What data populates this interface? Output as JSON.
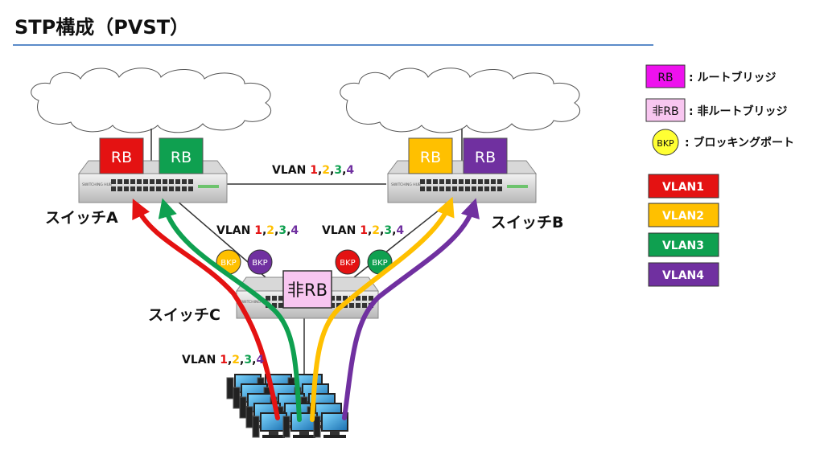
{
  "title": "STP構成（PVST）",
  "colors": {
    "vlan1": "#e41212",
    "vlan2": "#ffc000",
    "vlan3": "#0fa050",
    "vlan4": "#7030a0",
    "root_bridge": "#ee11ee",
    "non_root_bridge": "#f8c6f0",
    "blocking_port": "#ffff33",
    "title_rule": "#5b8bc9"
  },
  "switches": {
    "a": {
      "name": "スイッチA",
      "badges": [
        "RB",
        "RB"
      ],
      "badge_colors": [
        "#e41212",
        "#0fa050"
      ]
    },
    "b": {
      "name": "スイッチB",
      "badges": [
        "RB",
        "RB"
      ],
      "badge_colors": [
        "#ffc000",
        "#7030a0"
      ]
    },
    "c": {
      "name": "スイッチC",
      "badge": "非RB"
    },
    "hub_label": "SWITCHING HUB"
  },
  "links": {
    "prefix": "VLAN ",
    "vlans": [
      "1",
      "2",
      "3",
      "4"
    ],
    "separator": ","
  },
  "blocking_ports": {
    "c_to_a": [
      "BKP",
      "BKP"
    ],
    "c_to_b": [
      "BKP",
      "BKP"
    ]
  },
  "legend": {
    "rb_box": "RB",
    "rb_text": ": ルートブリッジ",
    "nonrb_box": "非RB",
    "nonrb_text": ": 非ルートブリッジ",
    "bkp_box": "BKP",
    "bkp_text": ": ブロッキングポート",
    "vlans": [
      "VLAN1",
      "VLAN2",
      "VLAN3",
      "VLAN4"
    ]
  }
}
